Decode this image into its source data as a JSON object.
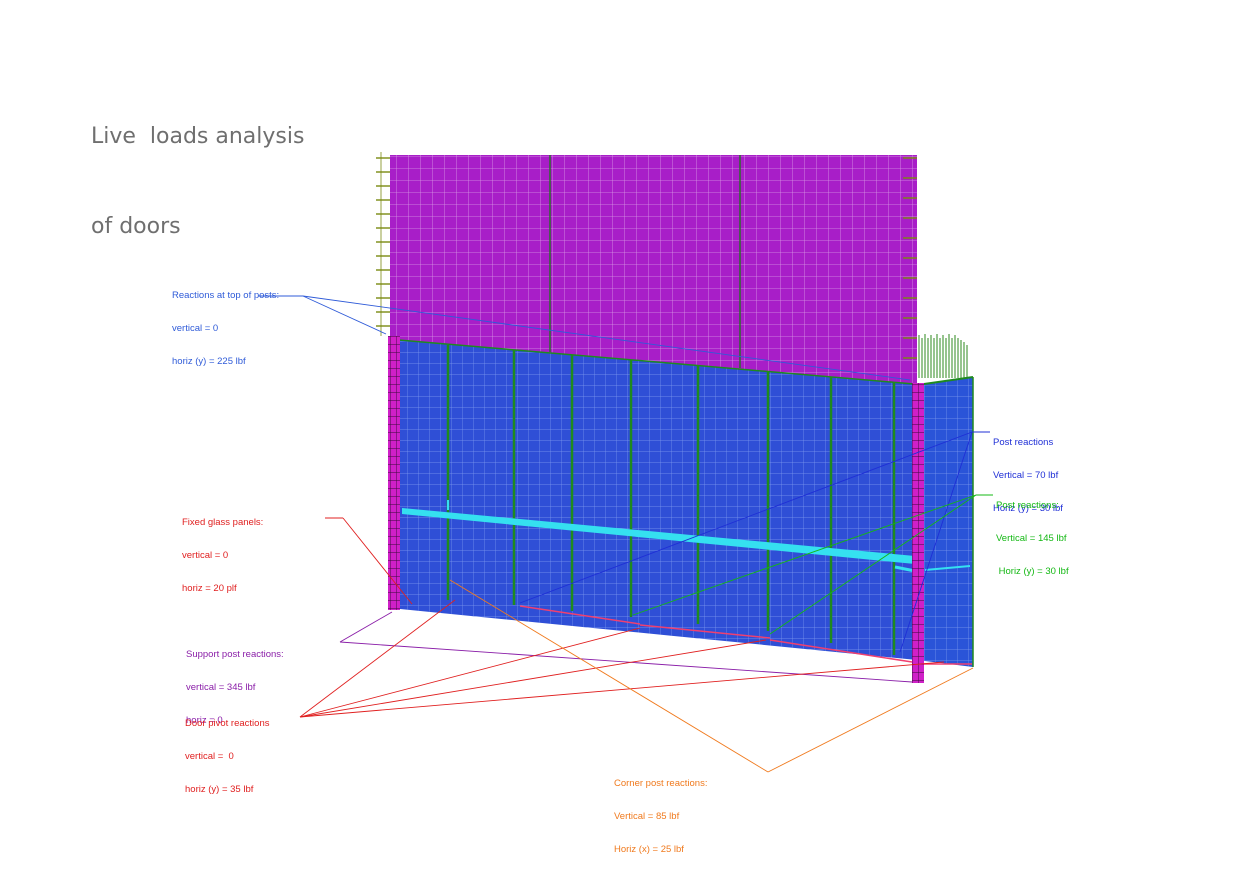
{
  "title": {
    "line1": "Live  loads analysis",
    "line2": "of doors"
  },
  "annotations": {
    "top_reactions": {
      "heading": "Reactions at top of posts:",
      "line1": "vertical = 0",
      "line2": "horiz (y) = 225 lbf",
      "color": "#2f5bd8"
    },
    "post_reactions_blue": {
      "heading": "Post reactions",
      "line1": "Vertical = 70 lbf",
      "line2": "Horiz (y) = 30 lbf",
      "color": "#1f2fd6"
    },
    "post_reactions_green": {
      "heading": "Post reactions:",
      "line1": "Vertical = 145 lbf",
      "line2": " Horiz (y) = 30 lbf",
      "color": "#14b814"
    },
    "fixed_glass": {
      "heading": "Fixed glass panels:",
      "line1": "vertical = 0",
      "line2": "horiz = 20 plf",
      "color": "#e02020"
    },
    "support_post": {
      "heading": "Support post reactions:",
      "line1": "vertical = 345 lbf",
      "line2": "horiz = 0",
      "color": "#8a1ea8"
    },
    "door_pivot": {
      "heading": "Door pivot reactions",
      "line1": "vertical =  0",
      "line2": "horiz (y) = 35 lbf",
      "color": "#e02020"
    },
    "corner_post": {
      "heading": "Corner post reactions:",
      "line1": "Vertical = 85 lbf",
      "line2": "Horiz (x) = 25 lbf",
      "color": "#f07a1e"
    }
  },
  "colors": {
    "upper_panel": "#a81ec8",
    "lower_panel": "#2f4fd6",
    "return_panel": "#2a54d8",
    "post": "#d020c8",
    "mullion": "#1f8a1f",
    "load_line": "#35e0f0",
    "arrow_olive": "#7a8a10",
    "arrow_green": "#2e8a1e"
  }
}
